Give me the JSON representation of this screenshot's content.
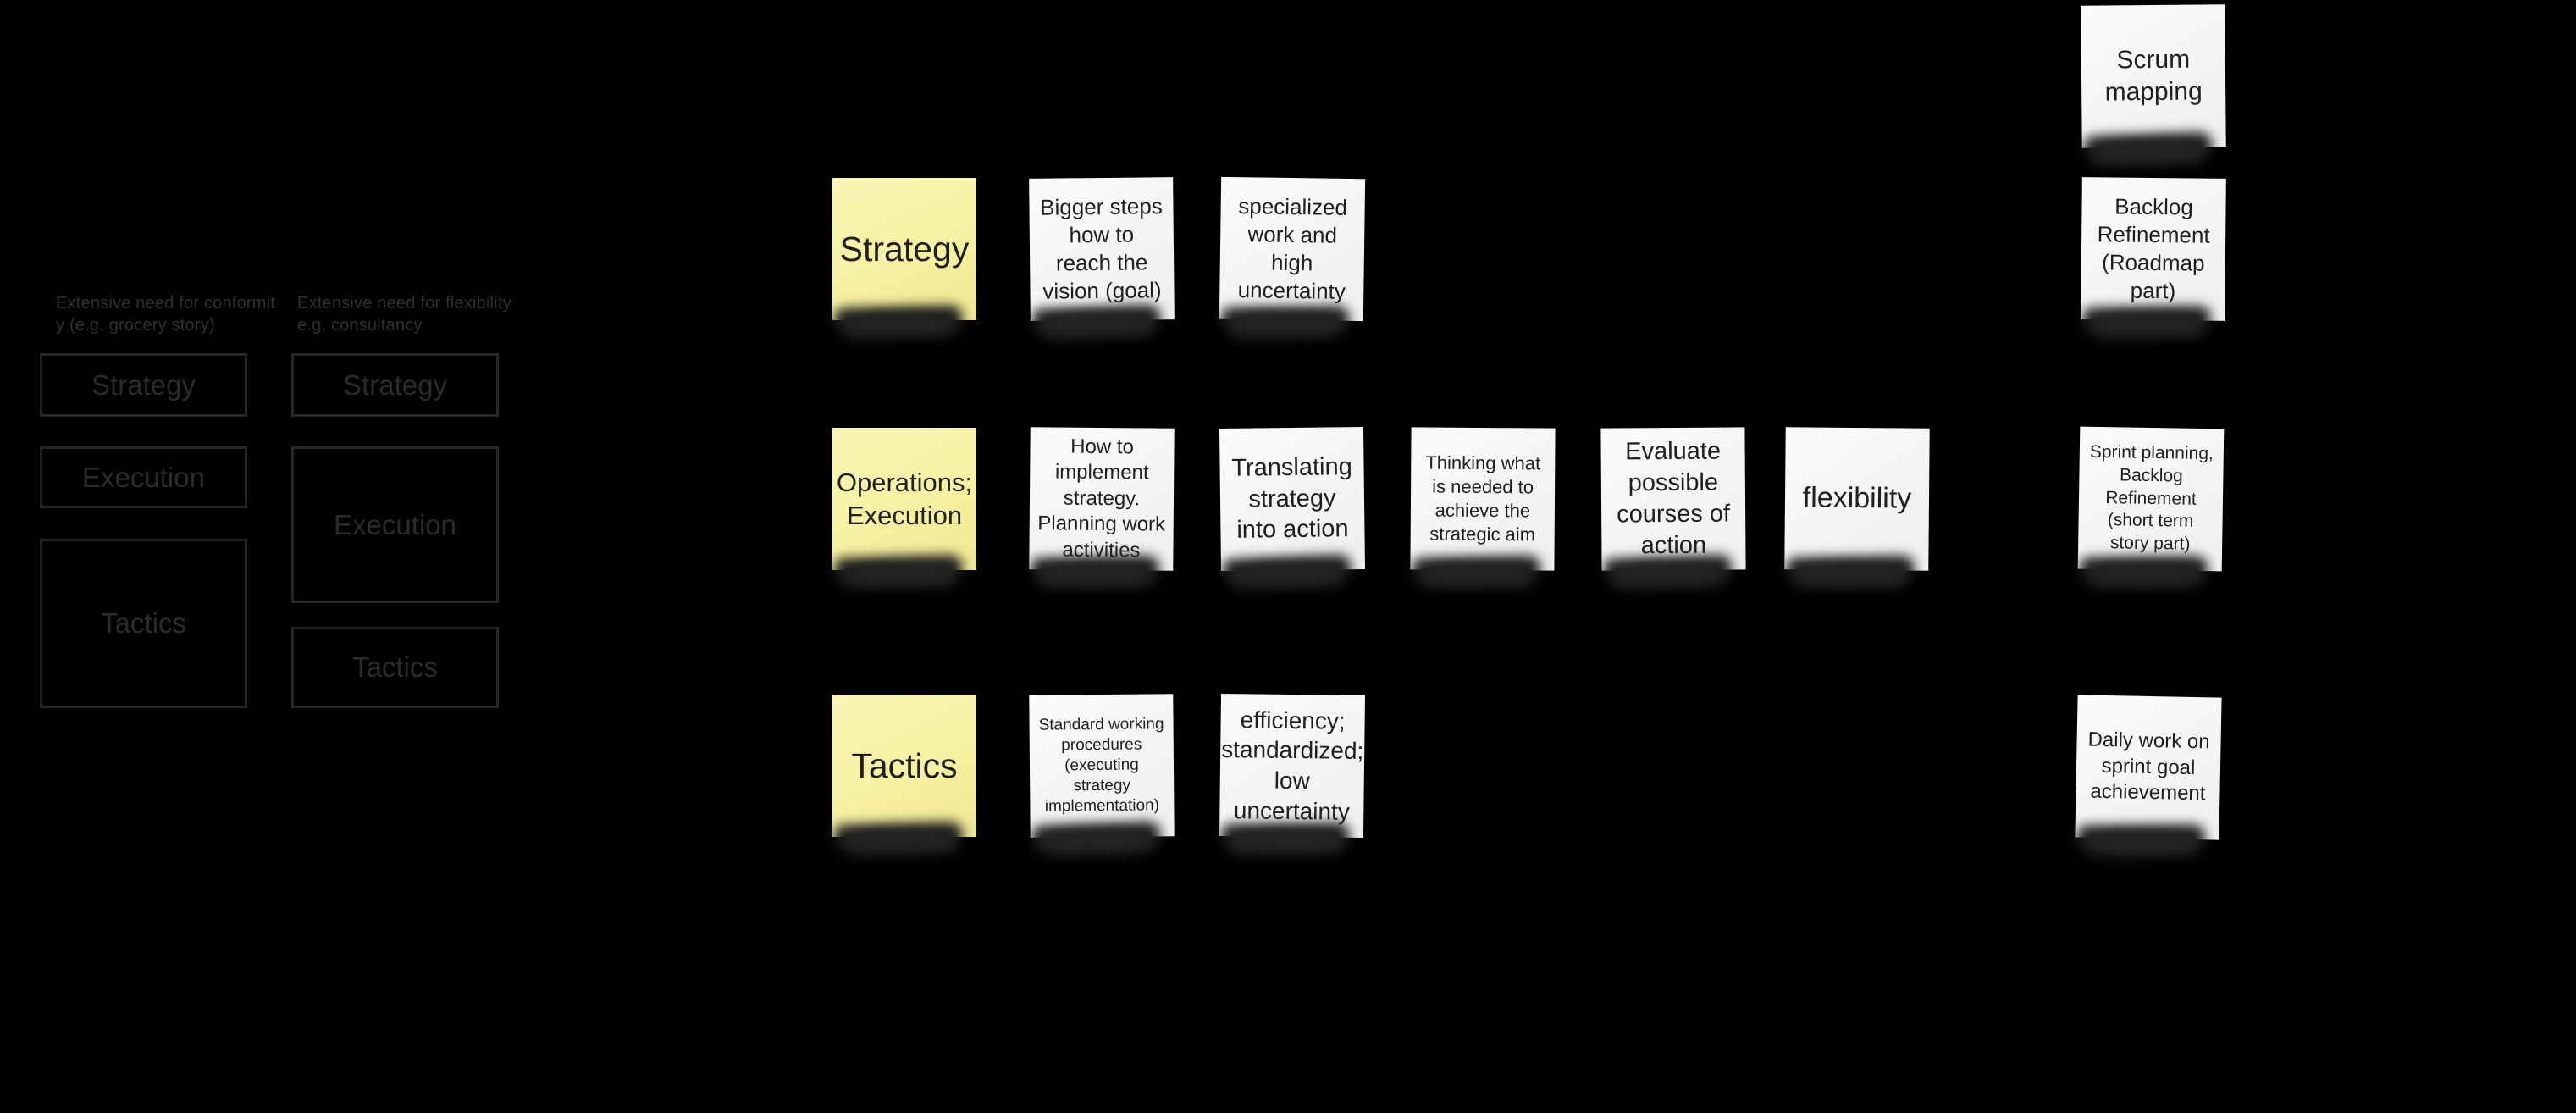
{
  "canvas": {
    "background": "#000000"
  },
  "colors": {
    "sticky_yellow": "#f7f1a4",
    "sticky_white": "#f5f5f6",
    "note_text": "#1f1f1f",
    "legend_outline": "#282828",
    "legend_text": "#2b2b2b"
  },
  "legend": {
    "columns": [
      {
        "caption_lines": [
          "Extensive need for conformit",
          "y (e.g. grocery story)"
        ],
        "boxes": [
          {
            "label": "Strategy"
          },
          {
            "label": "Execution"
          },
          {
            "label": "Tactics"
          }
        ]
      },
      {
        "caption_lines": [
          "Extensive need for flexibility",
          "e.g. consultancy"
        ],
        "boxes": [
          {
            "label": "Strategy"
          },
          {
            "label": "Execution"
          },
          {
            "label": "Tactics"
          }
        ]
      }
    ]
  },
  "board": {
    "notes": [
      {
        "id": "strategy",
        "color": "yellow",
        "lines": [
          "Strategy"
        ]
      },
      {
        "id": "bigger-steps",
        "color": "white",
        "lines": [
          "Bigger steps",
          "how to",
          "reach the",
          "vision (goal)"
        ]
      },
      {
        "id": "specialized-work",
        "color": "white",
        "lines": [
          "specialized",
          "work and",
          "high",
          "uncertainty"
        ]
      },
      {
        "id": "scrum-mapping",
        "color": "white",
        "lines": [
          "Scrum",
          "mapping"
        ]
      },
      {
        "id": "backlog-refinement",
        "color": "white",
        "lines": [
          "Backlog",
          "Refinement",
          "(Roadmap",
          "part)"
        ]
      },
      {
        "id": "operations-execution",
        "color": "yellow",
        "lines": [
          "Operations;",
          "Execution"
        ]
      },
      {
        "id": "how-to-implement",
        "color": "white",
        "lines": [
          "How to",
          "implement",
          "strategy.",
          "Planning work",
          "activities"
        ]
      },
      {
        "id": "translating-strategy",
        "color": "white",
        "lines": [
          "Translating",
          "strategy",
          "into action"
        ]
      },
      {
        "id": "thinking-what",
        "color": "white",
        "lines": [
          "Thinking what",
          "is needed to",
          "achieve the",
          "strategic aim"
        ]
      },
      {
        "id": "evaluate-courses",
        "color": "white",
        "lines": [
          "Evaluate",
          "possible",
          "courses of",
          "action"
        ]
      },
      {
        "id": "flexibility",
        "color": "white",
        "lines": [
          "flexibility"
        ]
      },
      {
        "id": "sprint-planning",
        "color": "white",
        "lines": [
          "Sprint planning,",
          "Backlog",
          "Refinement",
          "(short term",
          "story part)"
        ]
      },
      {
        "id": "tactics",
        "color": "yellow",
        "lines": [
          "Tactics"
        ]
      },
      {
        "id": "standard-procedures",
        "color": "white",
        "lines": [
          "Standard working",
          "procedures",
          "(executing",
          "strategy",
          "implementation)"
        ]
      },
      {
        "id": "efficiency",
        "color": "white",
        "lines": [
          "efficiency;",
          "standardized;",
          "low",
          "uncertainty"
        ]
      },
      {
        "id": "daily-work",
        "color": "white",
        "lines": [
          "Daily work on",
          "sprint goal",
          "achievement"
        ]
      }
    ]
  }
}
